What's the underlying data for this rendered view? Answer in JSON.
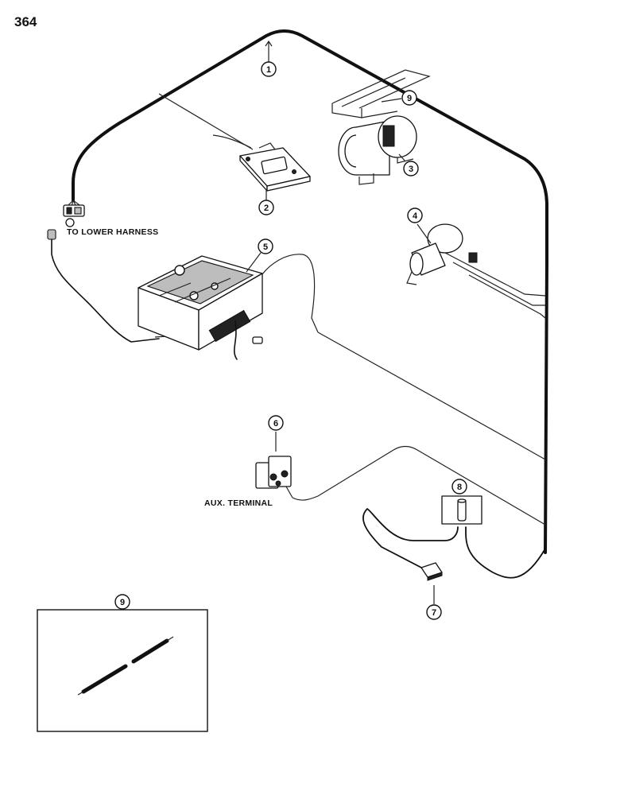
{
  "page_number": "364",
  "labels": {
    "to_lower_harness": "TO LOWER HARNESS",
    "aux_terminal": "AUX. TERMINAL"
  },
  "callouts": {
    "c1": "1",
    "c2": "2",
    "c3": "3",
    "c4": "4",
    "c5": "5",
    "c6": "6",
    "c7": "7",
    "c8": "8",
    "c9_main": "9",
    "c9_inset": "9"
  }
}
